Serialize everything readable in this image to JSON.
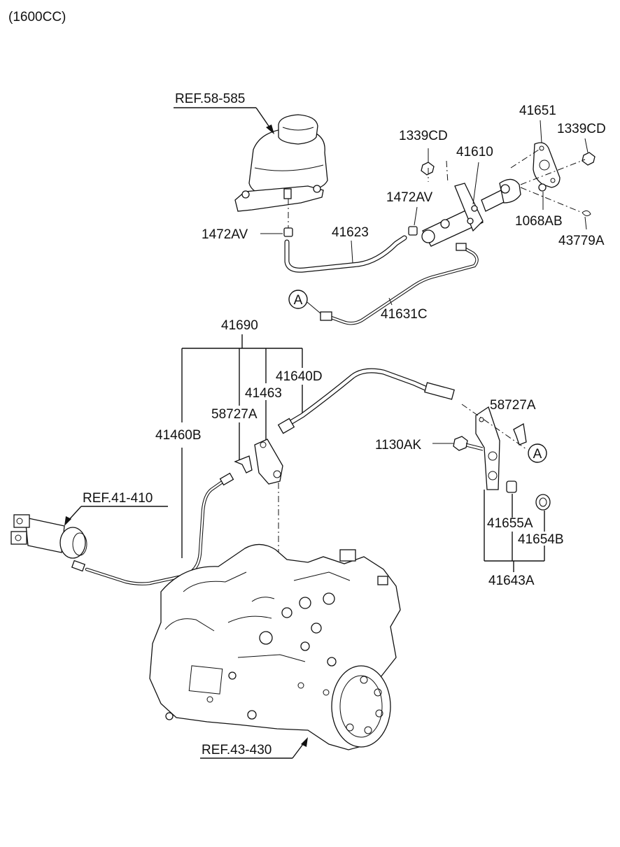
{
  "header": {
    "engine_note": "(1600CC)"
  },
  "references": {
    "ref_reservoir": "REF.58-585",
    "ref_release_cylinder": "REF.41-410",
    "ref_transaxle": "REF.43-430"
  },
  "connector_marker": {
    "label": "A"
  },
  "part_labels": {
    "p41651": "41651",
    "p1339cd_left": "1339CD",
    "p1339cd_right": "1339CD",
    "p41610": "41610",
    "p1472av_upper": "1472AV",
    "p1472av_left": "1472AV",
    "p41623": "41623",
    "p1068ab": "1068AB",
    "p43779a": "43779A",
    "p41631c": "41631C",
    "p41690": "41690",
    "p41640d": "41640D",
    "p41463": "41463",
    "p58727a_left": "58727A",
    "p58727a_right": "58727A",
    "p41460b": "41460B",
    "p1130ak": "1130AK",
    "p41655a": "41655A",
    "p41654b": "41654B",
    "p41643a": "41643A"
  }
}
